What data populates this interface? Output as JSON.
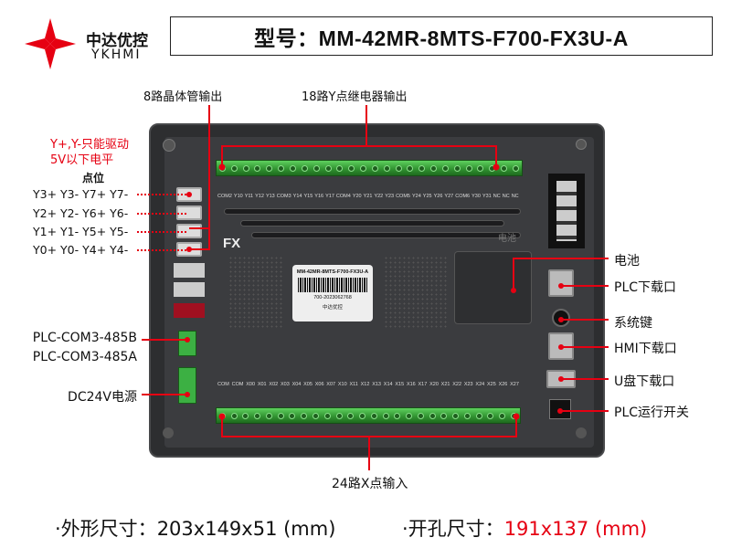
{
  "brand": {
    "name_cn": "中达优控",
    "name_en": "YKHMI"
  },
  "title": "型号：MM-42MR-8MTS-F700-FX3U-A",
  "callouts": {
    "transistor_out": "8路晶体管输出",
    "relay_out": "18路Y点继电器输出",
    "note_line1": "Y+,Y-只能驱动",
    "note_line2": "5V以下电平",
    "points_header": "点位",
    "points": [
      "Y3+ Y3- Y7+ Y7-",
      "Y2+ Y2- Y6+ Y6-",
      "Y1+ Y1- Y5+ Y5-",
      "Y0+ Y0- Y4+ Y4-"
    ],
    "com_b": "PLC-COM3-485B",
    "com_a": "PLC-COM3-485A",
    "power": "DC24V电源",
    "battery": "电池",
    "plc_port": "PLC下载口",
    "sys_key": "系统键",
    "hmi_port": "HMI下载口",
    "usb_port": "U盘下载口",
    "run_switch": "PLC运行开关",
    "x_input": "24路X点输入"
  },
  "device": {
    "series": "FX",
    "battery_mark": "电池",
    "sticker_model": "MM-42MR-8MTS-F700-FX3U-A",
    "sticker_serial": "700-2023062768",
    "sticker_brand": "中达优控",
    "top_pins": [
      "COM2",
      "Y10",
      "Y11",
      "Y12",
      "Y13",
      "COM3",
      "Y14",
      "Y15",
      "Y16",
      "Y17",
      "COM4",
      "Y20",
      "Y21",
      "Y22",
      "Y23",
      "COM5",
      "Y24",
      "Y25",
      "Y26",
      "Y27",
      "COM6",
      "Y30",
      "Y31",
      "NC",
      "NC",
      "NC"
    ],
    "bottom_pins": [
      "COM",
      "COM",
      "X00",
      "X01",
      "X02",
      "X03",
      "X04",
      "X05",
      "X06",
      "X07",
      "X10",
      "X11",
      "X12",
      "X13",
      "X14",
      "X15",
      "X16",
      "X17",
      "X20",
      "X21",
      "X22",
      "X23",
      "X24",
      "X25",
      "X26",
      "X27"
    ]
  },
  "footer": {
    "outer_label": "·外形尺寸：",
    "outer_value": "203x149x51 (mm)",
    "cutout_label": "·开孔尺寸：",
    "cutout_value": "191x137 (mm)"
  },
  "colors": {
    "accent": "#e60012",
    "terminal": "#3cb043"
  }
}
